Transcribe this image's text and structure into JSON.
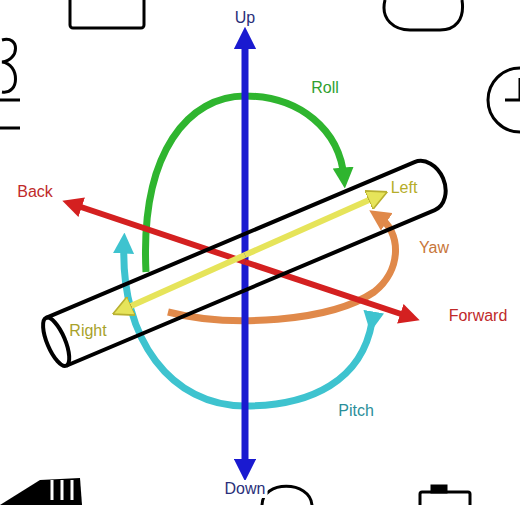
{
  "diagram": {
    "labels": [
      "Up",
      "Roll",
      "Back",
      "Left",
      "Yaw",
      "Forward",
      "Right",
      "Pitch",
      "Down"
    ]
  }
}
